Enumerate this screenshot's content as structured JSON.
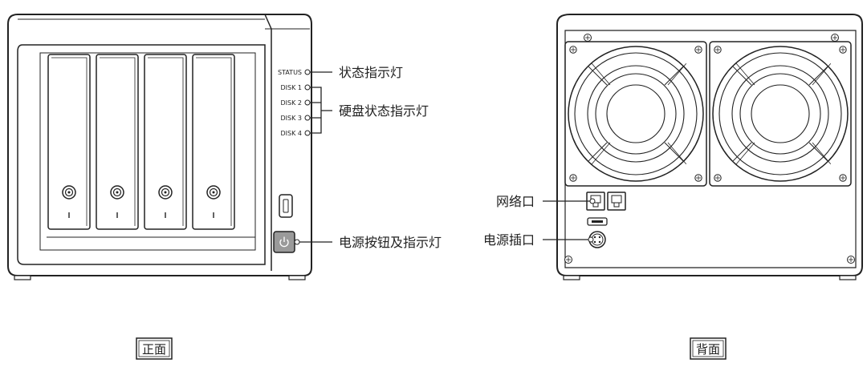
{
  "front": {
    "led_labels": [
      "STATUS",
      "DISK 1",
      "DISK 2",
      "DISK 3",
      "DISK 4"
    ],
    "callouts": {
      "status": "状态指示灯",
      "disk": "硬盘状态指示灯",
      "power": "电源按钮及指示灯"
    },
    "caption": "正面",
    "power_icon": "power-icon",
    "drive_bays": 4
  },
  "back": {
    "callouts": {
      "network": "网络口",
      "power_socket": "电源插口"
    },
    "caption": "背面",
    "fans": 2
  }
}
